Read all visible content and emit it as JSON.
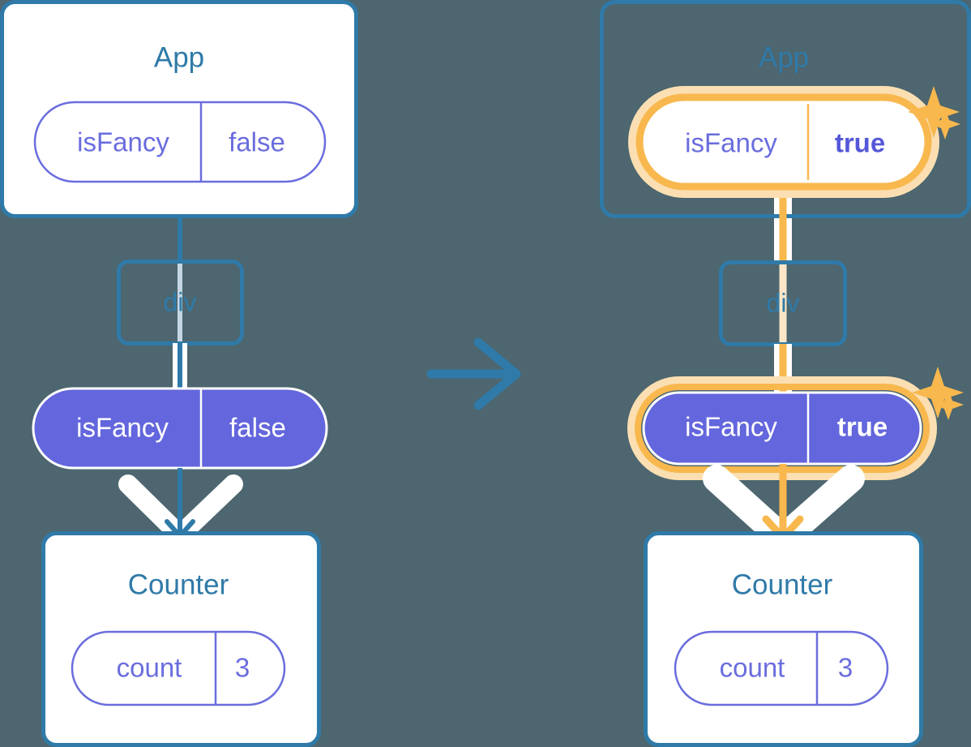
{
  "meta": {
    "title": "React state propagation diagram: App isFancy false to true",
    "background_color": "#4d666f",
    "blue": "#2f7aa8",
    "purple": "#6366dc",
    "orange": "#f8b84e",
    "orange_glow": "#fbdfb2",
    "white": "#ffffff"
  },
  "transition_arrow": {
    "icon": "arrow-right-icon",
    "color": "#2f7aa8"
  },
  "panels": [
    {
      "id": "before",
      "app": {
        "title": "App",
        "state": {
          "key": "isFancy",
          "value": "false",
          "style": "outline",
          "highlighted": false
        }
      },
      "div": {
        "title": "div"
      },
      "prop": {
        "key": "isFancy",
        "value": "false",
        "style": "filled",
        "highlighted": false
      },
      "counter": {
        "title": "Counter",
        "state": {
          "key": "count",
          "value": "3",
          "style": "outline",
          "highlighted": false
        }
      },
      "sparkles": []
    },
    {
      "id": "after",
      "app": {
        "title": "App",
        "state": {
          "key": "isFancy",
          "value": "true",
          "style": "outline",
          "highlighted": true
        }
      },
      "div": {
        "title": "div"
      },
      "prop": {
        "key": "isFancy",
        "value": "true",
        "style": "filled",
        "highlighted": true
      },
      "counter": {
        "title": "Counter",
        "state": {
          "key": "count",
          "value": "3",
          "style": "outline",
          "highlighted": false
        }
      },
      "sparkles": [
        {
          "name": "sparkle-large-top"
        },
        {
          "name": "sparkle-small-top"
        },
        {
          "name": "sparkle-large-bottom"
        },
        {
          "name": "sparkle-small-bottom"
        }
      ]
    }
  ]
}
